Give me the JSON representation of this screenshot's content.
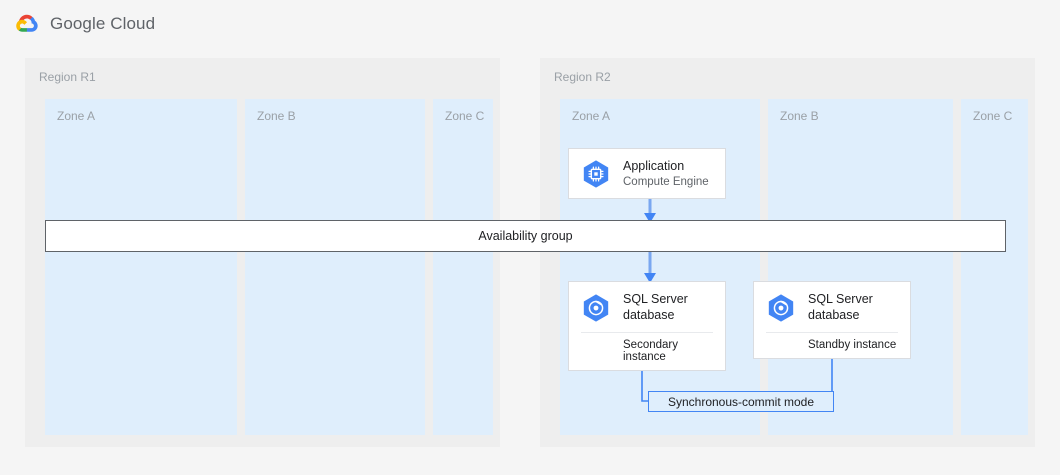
{
  "header": {
    "logo_icon": "google-cloud-logo-icon",
    "brand": "Google Cloud",
    "brand_colors": {
      "red": "#ea4335",
      "yellow": "#fbbc04",
      "green": "#34a853",
      "blue": "#4285f4"
    }
  },
  "colors": {
    "page_background": "#f5f5f5",
    "region_background": "#eeeeee",
    "zone_background": "#dfeefc",
    "card_background": "#ffffff",
    "card_border": "#dadce0",
    "connector_blue": "#4285f4",
    "bar_border": "#5f6368",
    "label_gray": "#9aa0a6",
    "text_primary": "#202124",
    "text_secondary": "#5f6368"
  },
  "diagram": {
    "regions": [
      {
        "label": "Region R1",
        "zones": [
          {
            "label": "Zone A"
          },
          {
            "label": "Zone B"
          },
          {
            "label": "Zone C"
          }
        ]
      },
      {
        "label": "Region R2",
        "zones": [
          {
            "label": "Zone A"
          },
          {
            "label": "Zone B"
          },
          {
            "label": "Zone C"
          }
        ]
      }
    ],
    "availability_group": {
      "label": "Availability group"
    },
    "nodes": [
      {
        "id": "application",
        "icon": "compute-engine-icon",
        "title": "Application",
        "subtitle": "Compute Engine",
        "footer": ""
      },
      {
        "id": "sql-secondary",
        "icon": "sql-server-database-icon",
        "title": "SQL Server\ndatabase",
        "subtitle": "",
        "footer": "Secondary instance"
      },
      {
        "id": "sql-standby",
        "icon": "sql-server-database-icon",
        "title": "SQL Server\ndatabase",
        "subtitle": "",
        "footer": "Standby instance"
      }
    ],
    "connectors": [
      {
        "id": "app-to-availability-group",
        "from": "application",
        "to": "availability-group",
        "direction": "down",
        "label": ""
      },
      {
        "id": "availability-group-to-sql-secondary",
        "from": "availability-group",
        "to": "sql-secondary",
        "direction": "down",
        "label": ""
      },
      {
        "id": "sql-secondary-to-sql-standby",
        "from": "sql-secondary",
        "to": "sql-standby",
        "direction": "right-up",
        "label": "Synchronous-commit mode"
      }
    ]
  }
}
